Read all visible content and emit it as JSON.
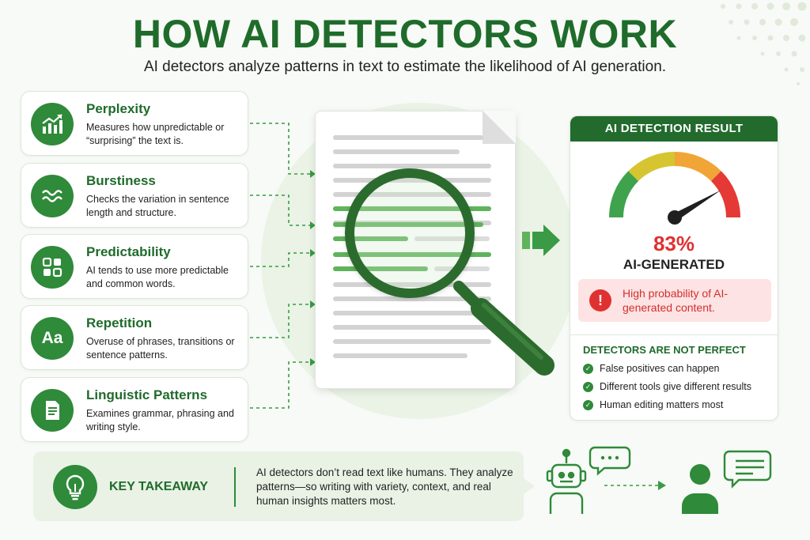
{
  "header": {
    "title": "HOW AI DETECTORS WORK",
    "subtitle": "AI detectors analyze patterns in text to estimate the likelihood of AI generation."
  },
  "factors": [
    {
      "title": "Perplexity",
      "description": "Measures how unpredictable or “surprising” the text is.",
      "icon": "trending-chart-icon"
    },
    {
      "title": "Burstiness",
      "description": "Checks the variation in sentence length and structure.",
      "icon": "wave-icon"
    },
    {
      "title": "Predictability",
      "description": "AI tends to use more predictable and common words.",
      "icon": "grid-blocks-icon"
    },
    {
      "title": "Repetition",
      "description": "Overuse of phrases, transitions or sentence patterns.",
      "icon": "text-aa-icon",
      "icon_text": "Aa"
    },
    {
      "title": "Linguistic Patterns",
      "description": "Examines grammar, phrasing and writing style.",
      "icon": "document-icon"
    }
  ],
  "result": {
    "header": "AI DETECTION RESULT",
    "score": 83,
    "score_text": "83%",
    "label": "AI-GENERATED",
    "alert": "High probability of AI-generated content.",
    "alert_icon": "!",
    "not_perfect_title": "DETECTORS ARE NOT PERFECT",
    "not_perfect_items": [
      "False positives can happen",
      "Different tools give different results",
      "Human editing matters most"
    ],
    "gauge_colors": [
      "#3fa34d",
      "#d6c531",
      "#f0a536",
      "#e53935"
    ]
  },
  "takeaway": {
    "title": "KEY TAKEAWAY",
    "text": "AI detectors don’t read text like humans. They analyze patterns—so writing with variety, context, and real human insights matters most."
  },
  "colors": {
    "primary": "#1f6b2b",
    "accent": "#2f8a3a",
    "highlight": "#5fb35b",
    "alert": "#e03131"
  }
}
